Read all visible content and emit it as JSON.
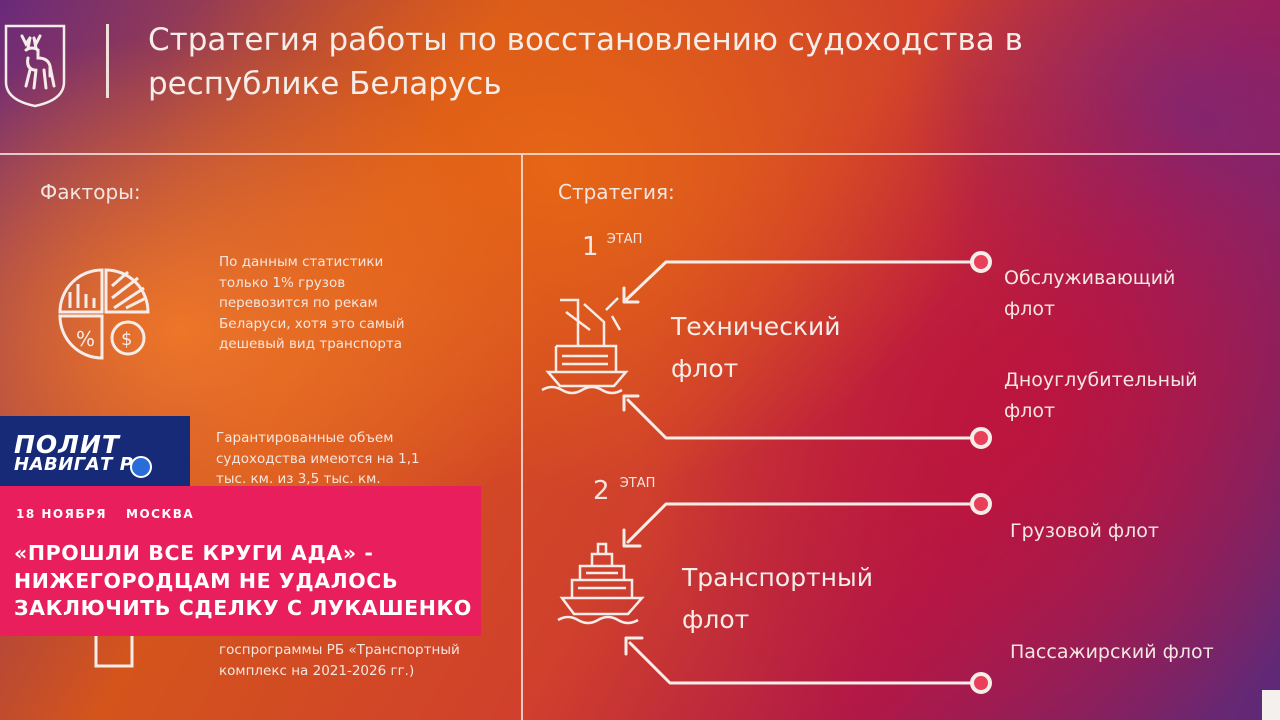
{
  "slide": {
    "title_line1": "Стратегия работы по восстановлению судоходства в",
    "title_line2": "республике Беларусь",
    "factors_label": "Факторы:",
    "strategy_label": "Стратегия:"
  },
  "factors": {
    "fact1": [
      "По данным статистики",
      "только 1% грузов",
      "перевозится по рекам",
      "Беларуси, хотя это самый",
      "дешевый вид транспорта"
    ],
    "fact2": [
      "Гарантированные объем",
      "судоходства имеются на 1,1",
      "тыс. км. из 3,5 тыс. км."
    ],
    "fact3": [
      "госпрограммы РБ «Транспортный",
      "комплекс на 2021-2026 гг.)"
    ]
  },
  "strategy": {
    "stage1": {
      "num": "1",
      "label": "ЭТАП",
      "fleet": [
        "Технический",
        "флот"
      ],
      "branches": [
        [
          "Обслуживающий",
          "флот"
        ],
        [
          "Дноуглубительный",
          "флот"
        ]
      ]
    },
    "stage2": {
      "num": "2",
      "label": "ЭТАП",
      "fleet": [
        "Транспортный",
        "флот"
      ],
      "branches": [
        [
          "Грузовой флот"
        ],
        [
          "Пассажирский флот"
        ]
      ]
    }
  },
  "news": {
    "brand_top": "ПОЛИТ",
    "brand_bottom": "НАВИГАТ  Р",
    "date": "18 НОЯБРЯ",
    "city": "МОСКВА",
    "headline": [
      "«ПРОШЛИ ВСЕ КРУГИ АДА» -",
      "НИЖЕГОРОДЦАМ НЕ УДАЛОСЬ",
      "ЗАКЛЮЧИТЬ СДЕЛКУ С ЛУКАШЕНКО"
    ]
  },
  "colors": {
    "accent_pink": "#e81f5c",
    "brand_blue": "#172a78",
    "dot": "#e8405a"
  }
}
